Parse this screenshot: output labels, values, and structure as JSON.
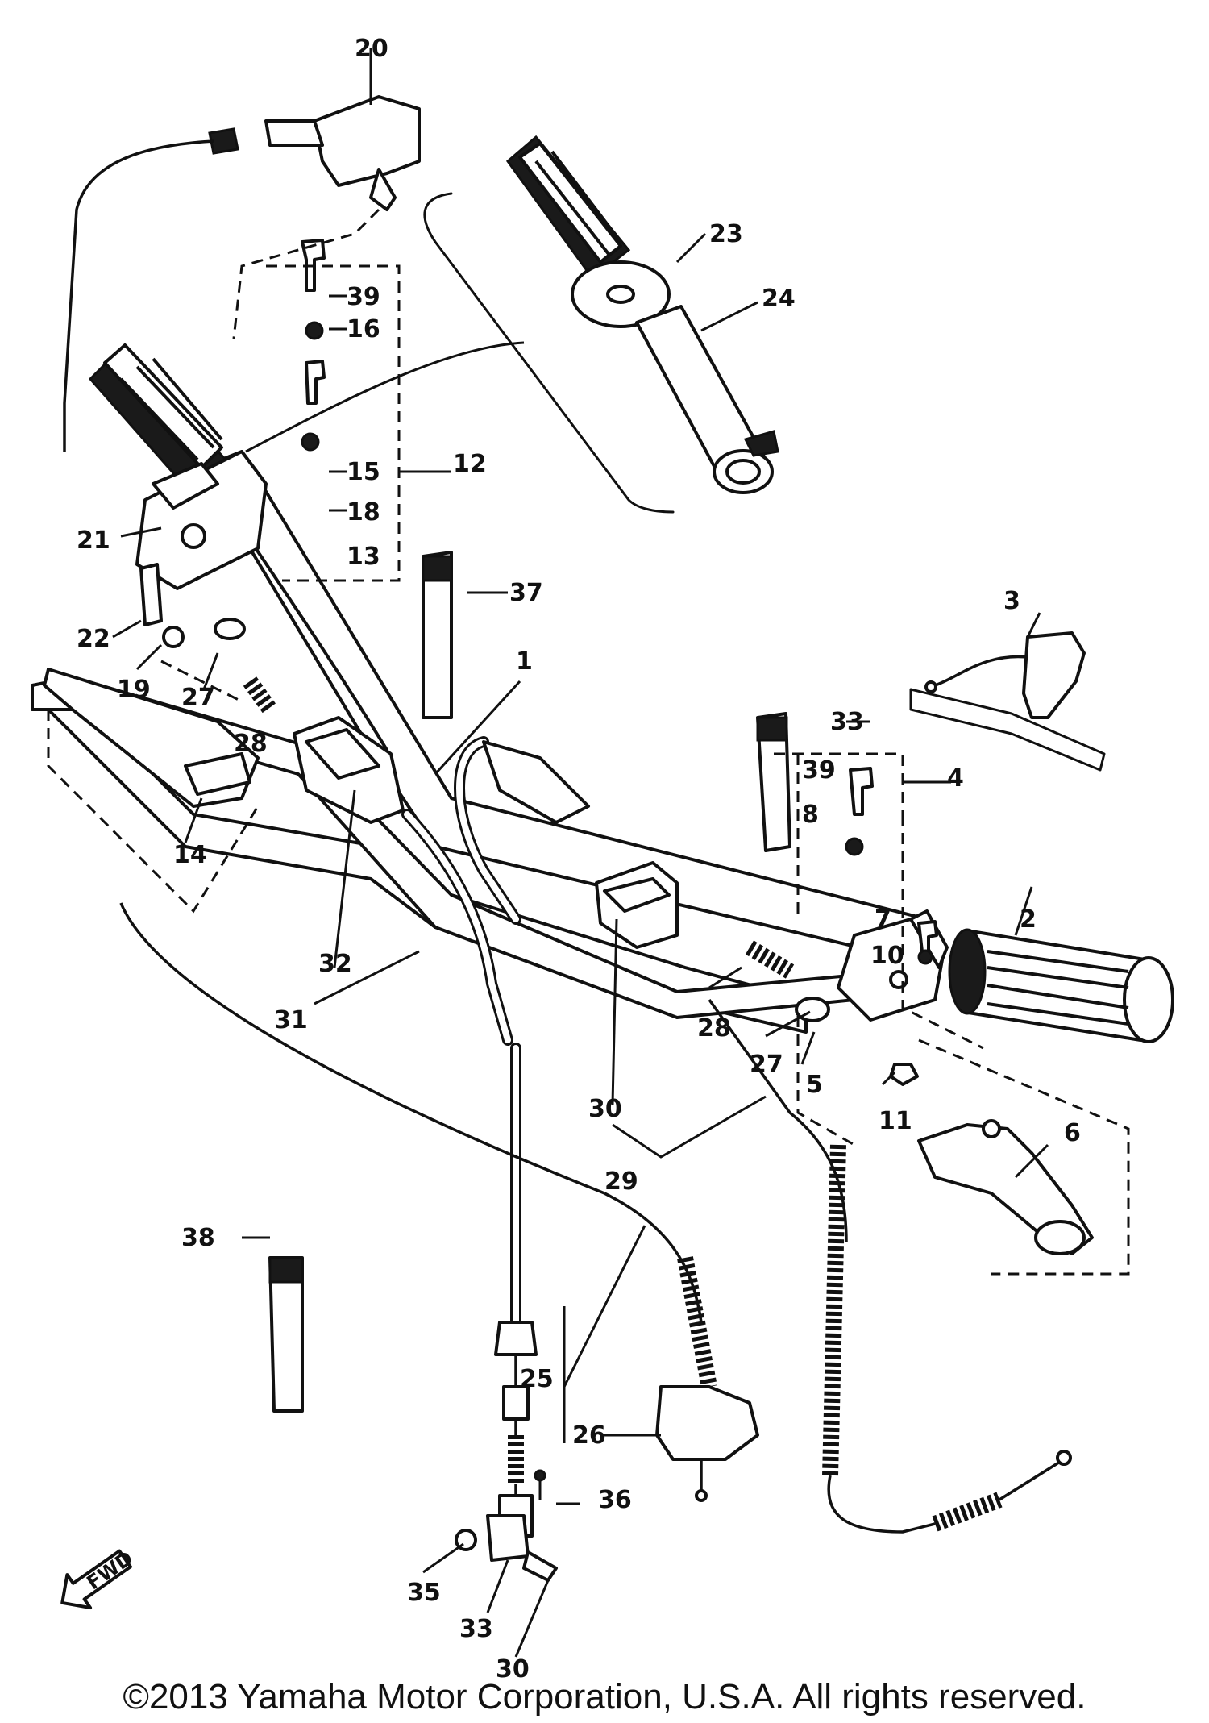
{
  "callouts": {
    "c1": "1",
    "c2": "2",
    "c3": "3",
    "c4": "4",
    "c5": "5",
    "c6": "6",
    "c7": "7",
    "c8": "8",
    "c10": "10",
    "c11": "11",
    "c12": "12",
    "c13": "13",
    "c14": "14",
    "c15": "15",
    "c16": "16",
    "c18": "18",
    "c19": "19",
    "c20": "20",
    "c21": "21",
    "c22": "22",
    "c23": "23",
    "c24": "24",
    "c25": "25",
    "c26": "26",
    "c27a": "27",
    "c27b": "27",
    "c28a": "28",
    "c28b": "28",
    "c29": "29",
    "c30a": "30",
    "c30b": "30",
    "c31": "31",
    "c32": "32",
    "c33a": "33",
    "c33b": "33",
    "c35": "35",
    "c36": "36",
    "c37": "37",
    "c38": "38",
    "c39a": "39",
    "c39b": "39"
  },
  "direction_label": "FWD",
  "footer": {
    "copyright": "©2013 Yamaha Motor Corporation, U.S.A. All rights reserved."
  }
}
